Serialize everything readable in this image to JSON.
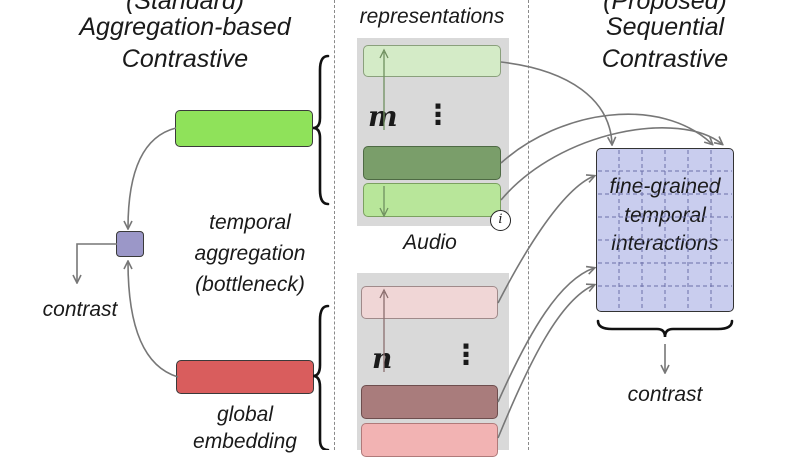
{
  "left_panel": {
    "title_line1": "(Standard)",
    "title_line2": "Aggregation-based",
    "title_line3": "Contrastive",
    "aggregation_line1": "temporal",
    "aggregation_line2": "aggregation",
    "aggregation_line3": "(bottleneck)",
    "contrast_label": "contrast",
    "global_line1": "global",
    "global_line2": "embedding"
  },
  "middle_panel": {
    "title_line2": "representations",
    "audio_m_label": "m",
    "audio_dots": "⋮",
    "audio_label": "Audio",
    "video_n_label": "n",
    "video_dots": "⋮",
    "info_icon_glyph": "i"
  },
  "right_panel": {
    "title_line1": "(Proposed)",
    "title_line2": "Sequential",
    "title_line3": "Contrastive",
    "grid_line1": "fine-grained",
    "grid_line2": "temporal",
    "grid_line3": "interactions",
    "contrast_label": "contrast"
  },
  "colors": {
    "audio_global": "#8fe25a",
    "video_global": "#d95d5d",
    "audio_light": "#d4ebc7",
    "audio_dark": "#7a9e6a",
    "audio_mid": "#b8e69a",
    "video_light": "#f0d6d6",
    "video_dark": "#a97c7c",
    "video_mid": "#f2b3b3",
    "bottleneck_node": "#9b97c8",
    "grid_fill": "#c9cdee",
    "panel_gray": "#d9d9d9"
  }
}
